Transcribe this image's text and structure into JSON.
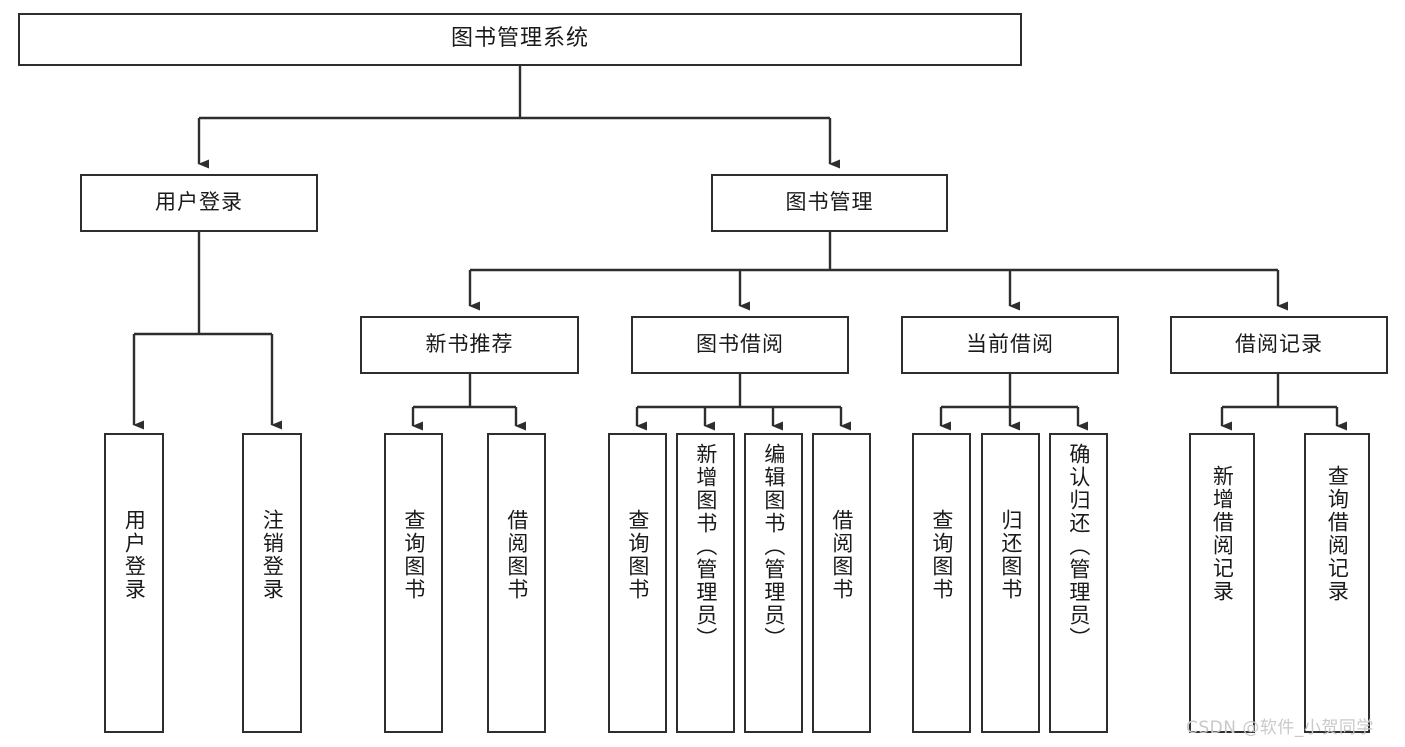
{
  "diagram": {
    "title": "图书管理系统",
    "root": {
      "label": "图书管理系统"
    },
    "level2": [
      {
        "label": "用户登录"
      },
      {
        "label": "图书管理"
      }
    ],
    "level3": [
      {
        "label": "新书推荐"
      },
      {
        "label": "图书借阅"
      },
      {
        "label": "当前借阅"
      },
      {
        "label": "借阅记录"
      }
    ],
    "leaves": {
      "user_login": [
        {
          "label": "用户登录"
        },
        {
          "label": "注销登录"
        }
      ],
      "new_book_recommend": [
        {
          "label": "查询图书"
        },
        {
          "label": "借阅图书"
        }
      ],
      "book_borrow": [
        {
          "label": "查询图书"
        },
        {
          "label": "新增图书（管理员）"
        },
        {
          "label": "编辑图书（管理员）"
        },
        {
          "label": "借阅图书"
        }
      ],
      "current_borrow": [
        {
          "label": "查询图书"
        },
        {
          "label": "归还图书"
        },
        {
          "label": "确认归还（管理员）"
        }
      ],
      "borrow_record": [
        {
          "label": "新增借阅记录"
        },
        {
          "label": "查询借阅记录"
        }
      ]
    }
  },
  "watermark": {
    "text": "CSDN @软件_小贺同学"
  },
  "colors": {
    "border": "#2e2e2e",
    "background": "#ffffff",
    "text": "#1a1a1a",
    "watermark": "#c9c9c9"
  }
}
